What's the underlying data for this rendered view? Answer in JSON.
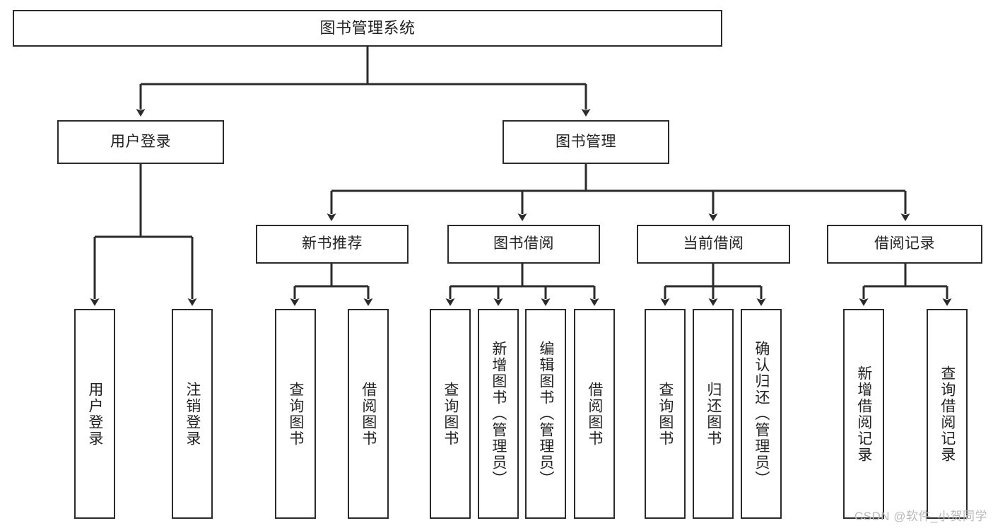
{
  "diagram": {
    "type": "tree-hierarchy",
    "title": "图书管理系统",
    "watermark": "CSDN @软件_小贺同学",
    "colors": {
      "box_border": "#2b2b2b",
      "box_fill": "#ffffff",
      "connector": "#2b2b2b",
      "text": "#222222",
      "watermark": "#b9b9b9"
    },
    "nodes": {
      "root": {
        "label": "图书管理系统",
        "level": 1
      },
      "l2": [
        {
          "label": "用户登录",
          "level": 2
        },
        {
          "label": "图书管理",
          "level": 2
        }
      ],
      "l3": [
        {
          "label": "新书推荐",
          "level": 3
        },
        {
          "label": "图书借阅",
          "level": 3
        },
        {
          "label": "当前借阅",
          "level": 3
        },
        {
          "label": "借阅记录",
          "level": 3
        }
      ],
      "leaves": {
        "user_login": [
          {
            "label": "用户登录"
          },
          {
            "label": "注销登录"
          }
        ],
        "new_book": [
          {
            "label": "查询图书"
          },
          {
            "label": "借阅图书"
          }
        ],
        "book_borrow": [
          {
            "label": "查询图书"
          },
          {
            "label": "新增图书（管理员）"
          },
          {
            "label": "编辑图书（管理员）"
          },
          {
            "label": "借阅图书"
          }
        ],
        "current_borrow": [
          {
            "label": "查询图书"
          },
          {
            "label": "归还图书"
          },
          {
            "label": "确认归还（管理员）"
          }
        ],
        "borrow_record": [
          {
            "label": "新增借阅记录"
          },
          {
            "label": "查询借阅记录"
          }
        ]
      }
    }
  }
}
